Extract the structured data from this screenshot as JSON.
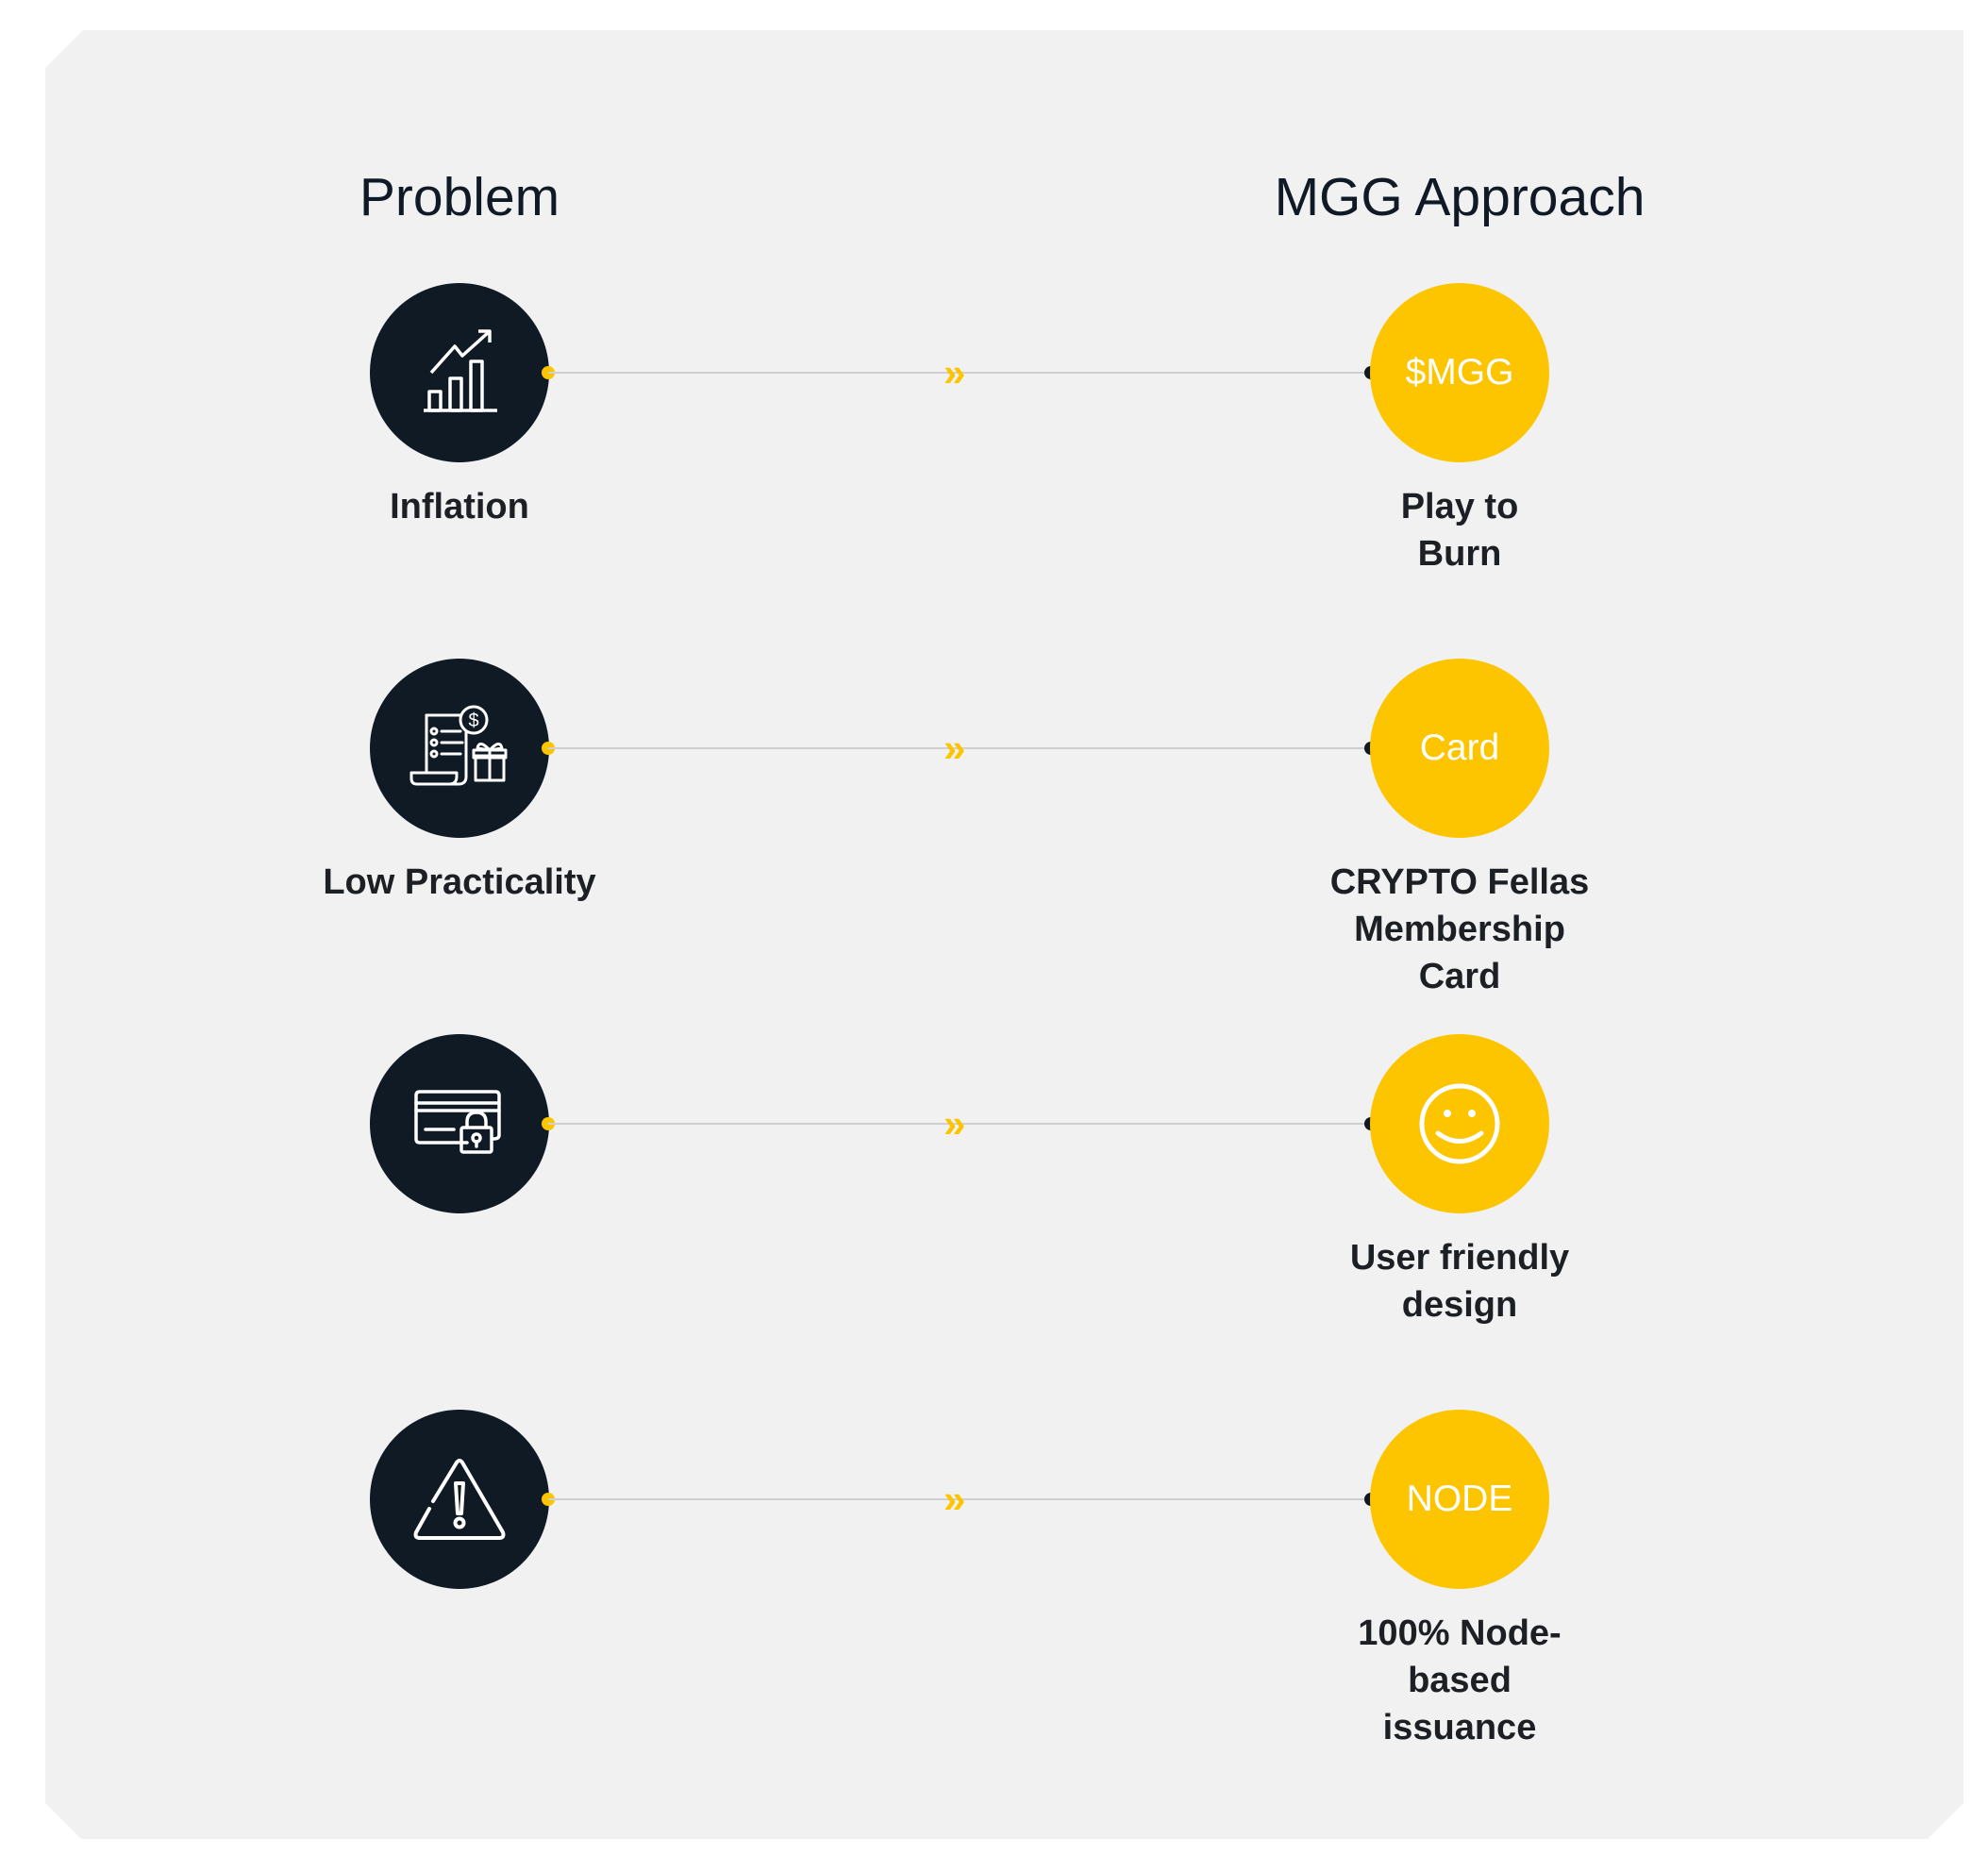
{
  "headings": {
    "problem": "Problem",
    "approach": "MGG Approach"
  },
  "colors": {
    "dark": "#0f1a25",
    "accent": "#fcc500",
    "background": "#f1f1f1"
  },
  "rows": [
    {
      "problem_icon": "chart-growth-icon",
      "problem_label": "Inflation",
      "approach_badge": "$MGG",
      "approach_lines": [
        "Play to",
        "Burn"
      ]
    },
    {
      "problem_icon": "invoice-gift-icon",
      "problem_label": "Low Practicality",
      "approach_badge": "Card",
      "approach_lines": [
        "CRYPTO Fellas",
        "Membership",
        "Card"
      ]
    },
    {
      "problem_icon": "card-lock-icon",
      "problem_label": "",
      "approach_icon": "smiley-icon",
      "approach_lines": [
        "User friendly",
        "design"
      ]
    },
    {
      "problem_icon": "warning-icon",
      "problem_label": "",
      "approach_badge": "NODE",
      "approach_lines": [
        "100% Node-",
        "based",
        "issuance"
      ]
    }
  ],
  "connector": {
    "chevron": "»"
  }
}
